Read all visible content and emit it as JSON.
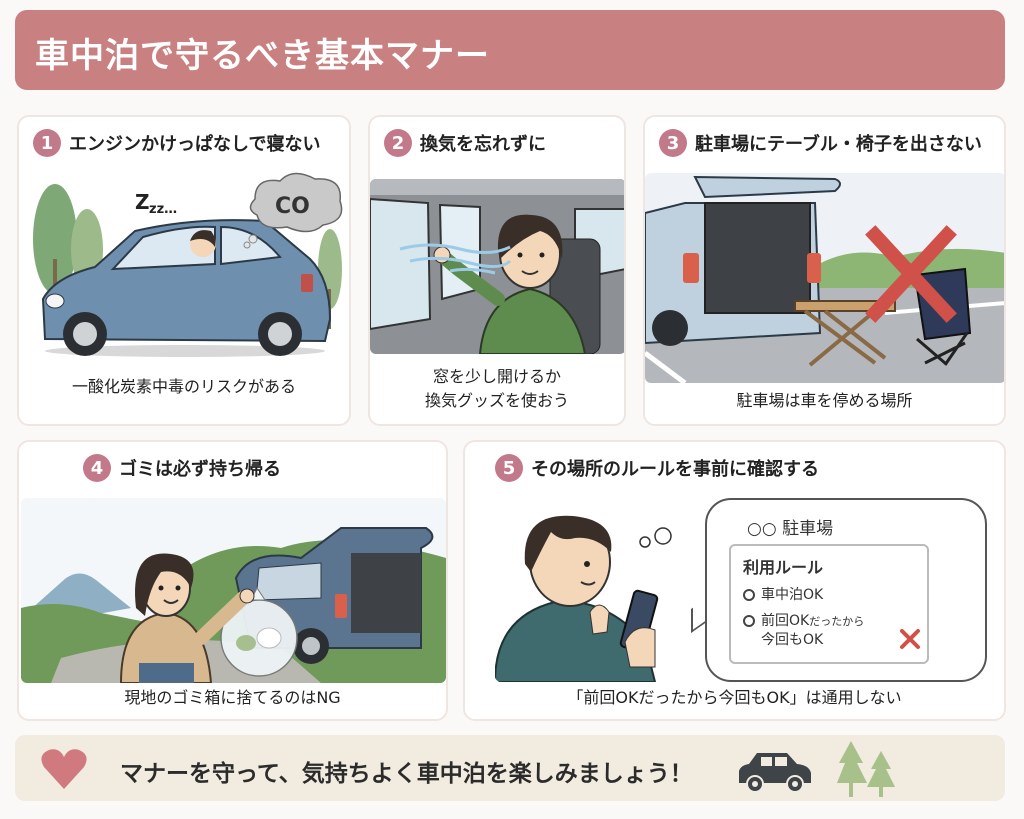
{
  "title": "車中泊で守るべき基本マナー",
  "colors": {
    "title_bg": "#C98080",
    "number_badge": "#C27A8A",
    "bottom_bg": "#F1EBE0",
    "heart": "#D07A80",
    "tree": "#A8C08A",
    "car_icon": "#3E4448",
    "cross": "#D0504A"
  },
  "cards": [
    {
      "number": "1",
      "heading": "エンジンかけっぱなしで寝ない",
      "caption": "一酸化炭素中毒のリスクがある",
      "illustration": {
        "sleep_text": "Zzz…",
        "cloud_label": "CO"
      }
    },
    {
      "number": "2",
      "heading": "換気を忘れずに",
      "caption_line1": "窓を少し開けるか",
      "caption_line2": "換気グッズを使おう"
    },
    {
      "number": "3",
      "heading": "駐車場にテーブル・椅子を出さない",
      "caption": "駐車場は車を停める場所"
    },
    {
      "number": "4",
      "heading": "ゴミは必ず持ち帰る",
      "caption": "現地のゴミ箱に捨てるのはNG"
    },
    {
      "number": "5",
      "heading": "その場所のルールを事前に確認する",
      "caption": "「前回OKだったから今回もOK」は通用しない",
      "bubble": {
        "place": "○○ 駐車場",
        "rules_title": "利用ルール",
        "rule1": "車中泊OK",
        "rule2_main": "前回OK",
        "rule2_small": "だったから",
        "rule2_line2": "今回もOK"
      }
    }
  ],
  "footer": {
    "message": "マナーを守って、気持ちよく車中泊を楽しみましょう！",
    "icons": [
      "heart-icon",
      "car-icon",
      "tree-icon"
    ]
  }
}
